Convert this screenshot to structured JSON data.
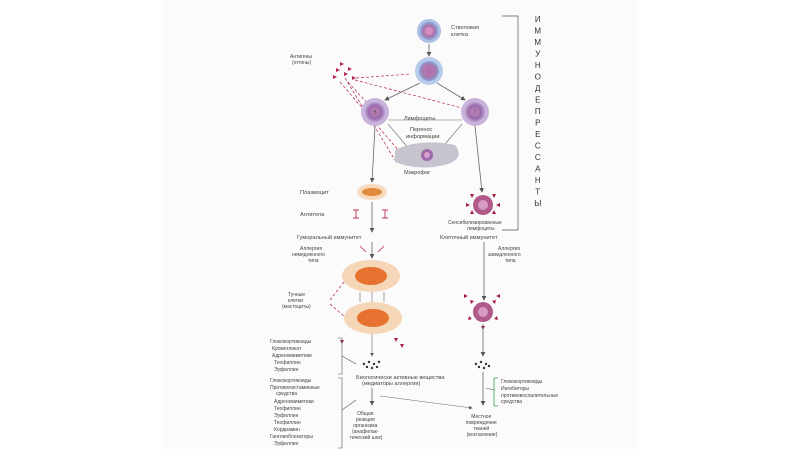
{
  "diagram": {
    "stem_cell_label": [
      "Стволовая",
      "клетка"
    ],
    "antigens_label": [
      "Антигены",
      "(отгоны)"
    ],
    "lymphocytes_label": "Лимфоциты",
    "b_cell_letter": "В",
    "t_cell_letter": "Т",
    "info_transfer_label": [
      "Перенос",
      "информации"
    ],
    "macrophage_label": "Макрофаг",
    "plasmocyte_label": "Плазмоцит",
    "antibodies_label": "Антитела",
    "sensitized_lymphocyte_label": [
      "Сенсибилизированные",
      "лимфоциты"
    ],
    "humoral_immunity_label": "Гуморальный иммунитет",
    "cellular_immunity_label": "Клеточный иммунитет",
    "allergy_immediate_label": [
      "Аллергия",
      "немедленного",
      "типа"
    ],
    "allergy_delayed_label": [
      "Аллергия",
      "замедленного",
      "типа"
    ],
    "mast_cells_label": [
      "Тучные",
      "клетки",
      "(мастоциты)"
    ],
    "bioactive_label": [
      "Биологически активные вещества",
      "(медиаторы аллергии)"
    ],
    "immunosuppressants_label": "ИММУНОДЕПРЕССАНТЫ",
    "left_drugs": [
      "Глюкокортикоиды",
      "Кромогликат",
      "Адреномиметики",
      "Теофиллин",
      "Эуфиллин",
      "Глюкокортикоиды",
      "Противогистаминные",
      "средства",
      "Адреномиметики",
      "Теофиллин",
      "Эуфиллин",
      "Теофиллин",
      "Кордиамин",
      "Ганглиоблокаторы",
      "Эуфиллин"
    ],
    "right_drugs": [
      "Глюкокортикоиды",
      "Ингибиторы",
      "противовоспалительные",
      "средства"
    ],
    "shock_label": [
      "Общая",
      "реакция",
      "организма",
      "(анафилак-",
      "тический шок)"
    ],
    "local_label": [
      "Местное",
      "повреждение",
      "тканей",
      "(воспаление)"
    ]
  }
}
